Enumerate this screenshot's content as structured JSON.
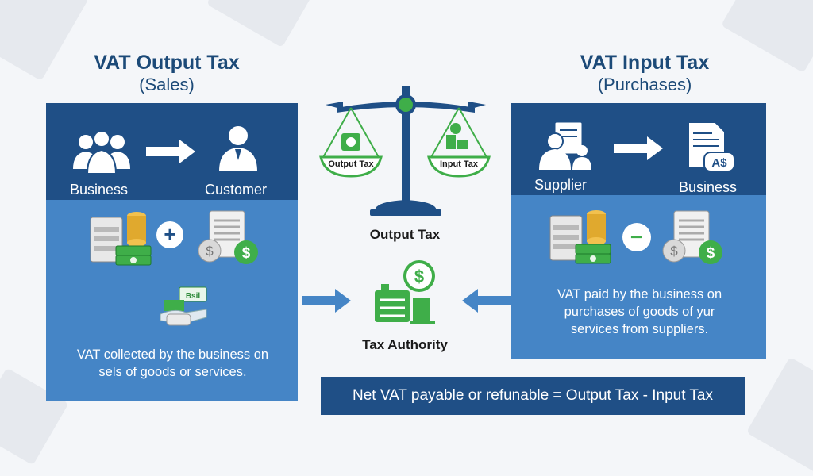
{
  "left": {
    "title_line1": "VAT Output Tax",
    "title_line2": "(Sales)",
    "from_label": "Business",
    "to_label": "Customer",
    "description": "VAT collected by the business on sels of goods or services.",
    "operator": "+",
    "tag_text": "Bsil"
  },
  "right": {
    "title_line1": "VAT Input Tax",
    "title_line2": "(Purchases)",
    "from_label": "Supplier",
    "to_label": "Business",
    "description": "VAT paid by the business on purchases of goods of yur services from suppliers.",
    "operator": "−",
    "doc_text": "A$"
  },
  "center": {
    "scale_left_label": "Output Tax",
    "scale_right_label": "Input Tax",
    "scale_caption": "Output Tax",
    "authority_label": "Tax Authority"
  },
  "banner": {
    "text": "Net VAT payable or refunable = Output Tax - Input Tax"
  },
  "colors": {
    "dark_blue": "#1f4f86",
    "mid_blue": "#4585c6",
    "green": "#3fae49",
    "title": "#1c4a78"
  },
  "icons": [
    "business-people-icon",
    "customer-icon",
    "arrow-right-icon",
    "cash-stack-icon",
    "plus-icon",
    "invoice-dollar-icon",
    "money-hand-icon",
    "balance-scale-icon",
    "tax-authority-icon",
    "supplier-icon",
    "document-icon",
    "minus-icon"
  ]
}
